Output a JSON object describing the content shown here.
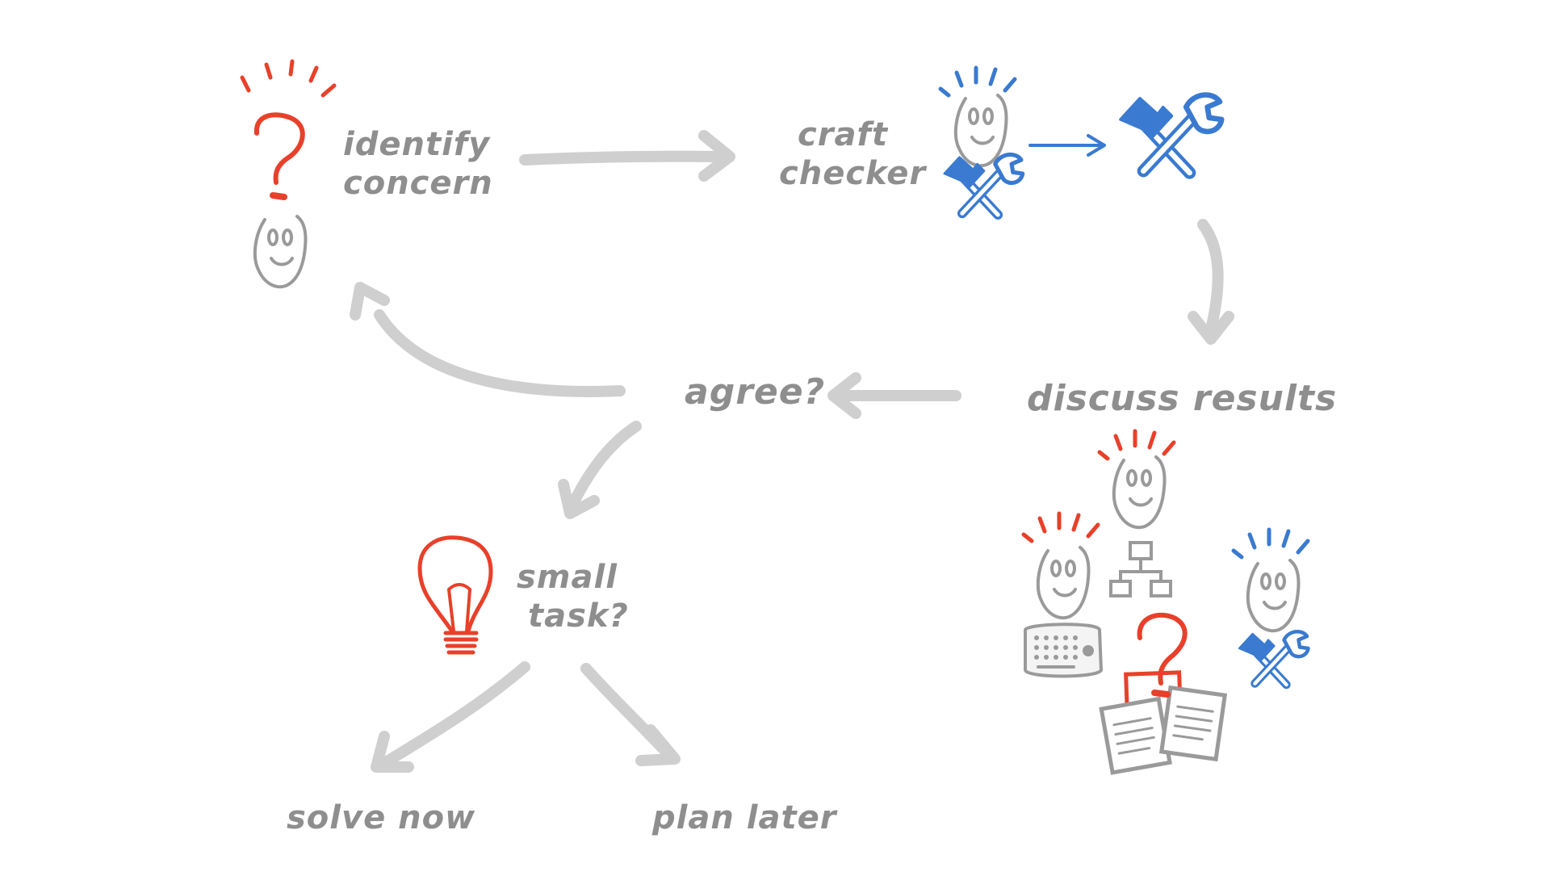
{
  "labels": {
    "identify_line1": "identify",
    "identify_line2": "concern",
    "craft_line1": "craft",
    "craft_line2": "checker",
    "discuss": "discuss results",
    "agree": "agree?",
    "small_line1": "small",
    "small_line2": "task?",
    "solve": "solve now",
    "plan": "plan later"
  },
  "colors": {
    "accent_red": "#e8402a",
    "accent_blue": "#3a7ad0",
    "ink_gray": "#8e8e8e",
    "arrow_gray": "#cfcfcf"
  },
  "icons": [
    "question-mark-icon",
    "face-icon",
    "tools-icon",
    "lightbulb-icon",
    "keyboard-icon",
    "flowchart-icon",
    "documents-icon"
  ]
}
